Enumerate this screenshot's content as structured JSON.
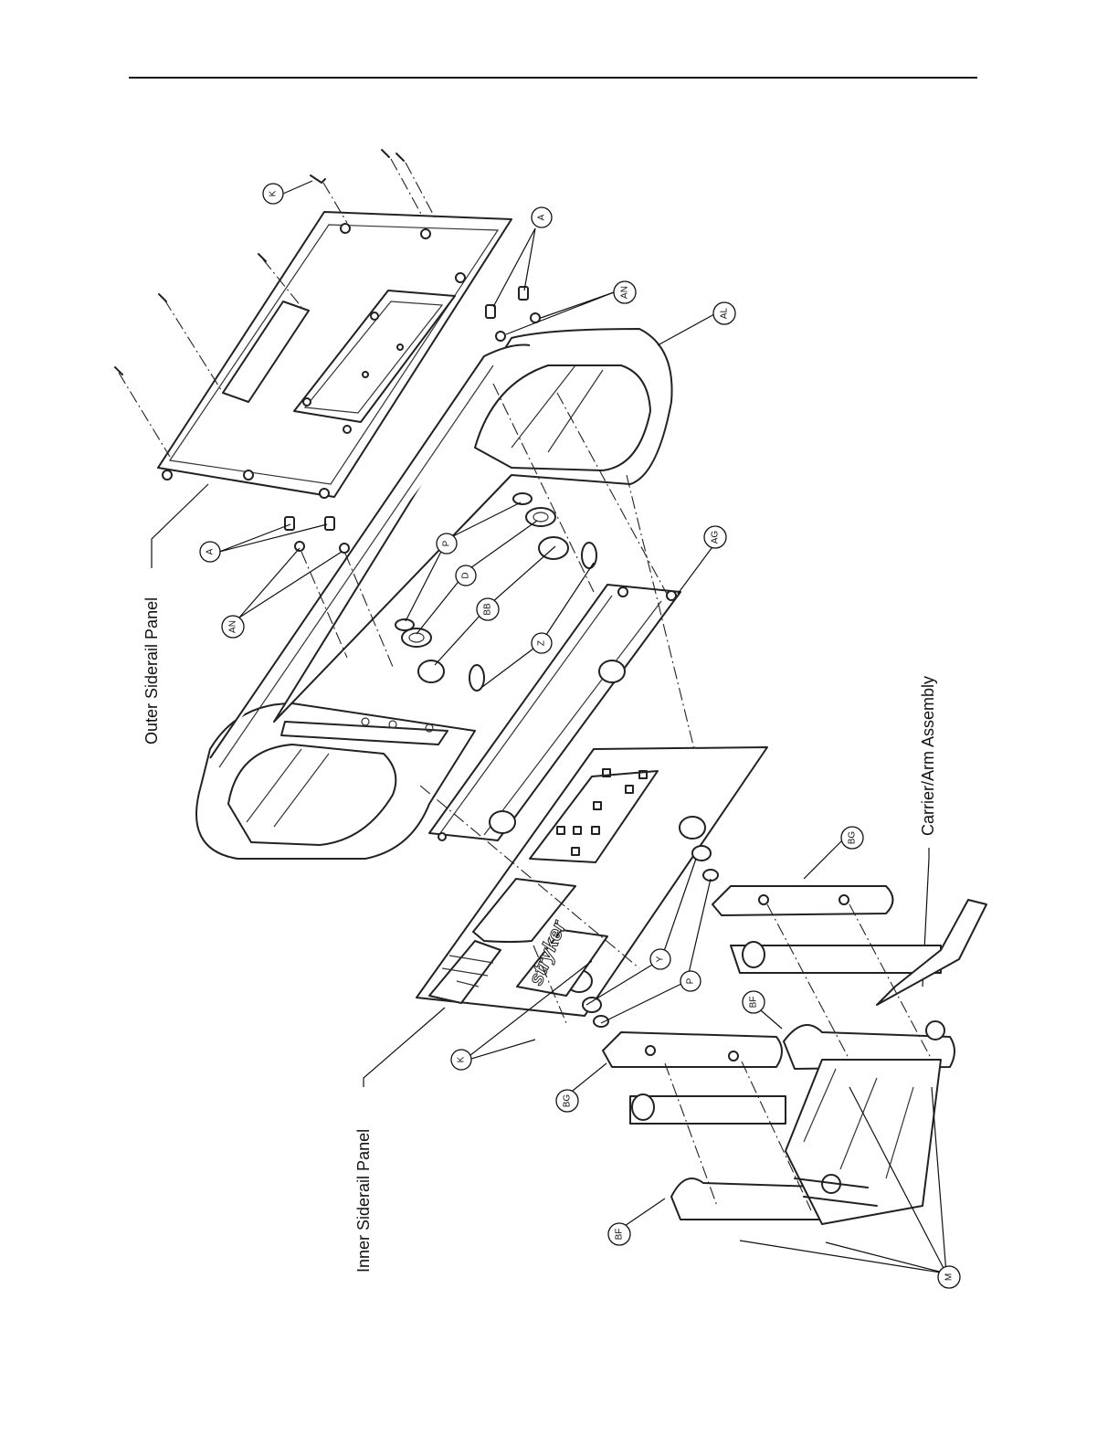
{
  "labels": {
    "outer_panel": "Outer Siderail Panel",
    "inner_panel": "Inner Siderail Panel",
    "carrier": "Carrier/Arm Assembly"
  },
  "brand": "stryker",
  "callouts": [
    "K",
    "A",
    "AN",
    "AL",
    "A",
    "AN",
    "P",
    "D",
    "BB",
    "AG",
    "Z",
    "BG",
    "Y",
    "P",
    "BF",
    "K",
    "BG",
    "BF",
    "M"
  ]
}
